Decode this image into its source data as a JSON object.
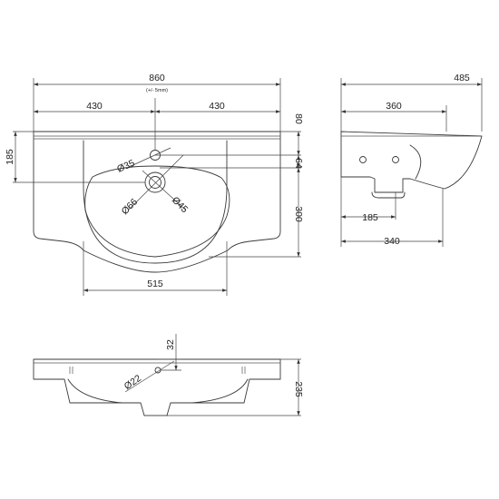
{
  "plan_view": {
    "overall_width": "860",
    "tolerance": "(+/- 5mm)",
    "left_half": "430",
    "right_half": "430",
    "back_depth": "185",
    "rim_depth": "80",
    "tap_offset": "64",
    "bowl_depth": "300",
    "bowl_width": "515",
    "tap_hole_diameter": "Ø35",
    "waste_diameter_inner": "Ø66",
    "waste_diameter_outer": "Ø45"
  },
  "side_view": {
    "overall_depth": "485",
    "to_back_face": "360",
    "waste_offset": "185",
    "bowl_projection": "340"
  },
  "front_view": {
    "overflow_height": "32",
    "overflow_diameter": "Ø22",
    "overall_height": "235"
  },
  "colors": {
    "line": "#3a3a3a",
    "text": "#222222",
    "background": "#ffffff"
  }
}
